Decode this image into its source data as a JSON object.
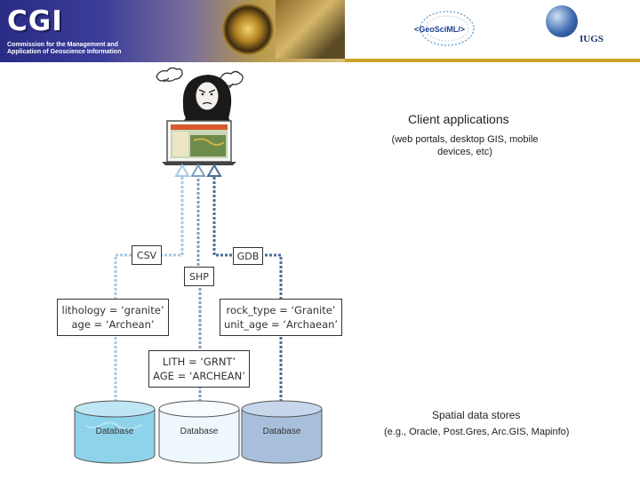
{
  "header": {
    "logo_text": "CGI",
    "commission_line1": "Commission for the Management and",
    "commission_line2": "Application of Geoscience Information",
    "geosciml_logo": "<GeoSciML/>",
    "iugs_logo": "IUGS"
  },
  "client": {
    "title": "Client applications",
    "subtitle": "(web portals, desktop GIS, mobile devices, etc)"
  },
  "formats": {
    "csv": "CSV",
    "gdb": "GDB",
    "shp": "SHP"
  },
  "attributes": {
    "store1": {
      "line1": "lithology = ‘granite’",
      "line2": "age = ‘Archean’"
    },
    "store2": {
      "line1": "rock_type = ‘Granite’",
      "line2": "unit_age = ‘Archaean’"
    },
    "store3": {
      "line1": "LITH = ‘GRNT’",
      "line2": "AGE = ‘ARCHEAN’"
    }
  },
  "databases": [
    {
      "label": "Database",
      "color": "#8ed3ea"
    },
    {
      "label": "Database",
      "color": "#eef7fb"
    },
    {
      "label": "Database",
      "color": "#a8bfdc"
    }
  ],
  "stores": {
    "title": "Spatial data stores",
    "subtitle": "(e.g., Oracle, Post.Gres, Arc.GIS, Mapinfo)"
  },
  "colors": {
    "connector": "#4b6e97",
    "connector_light": "#a7c9e3",
    "banner": "#2a2b84"
  }
}
